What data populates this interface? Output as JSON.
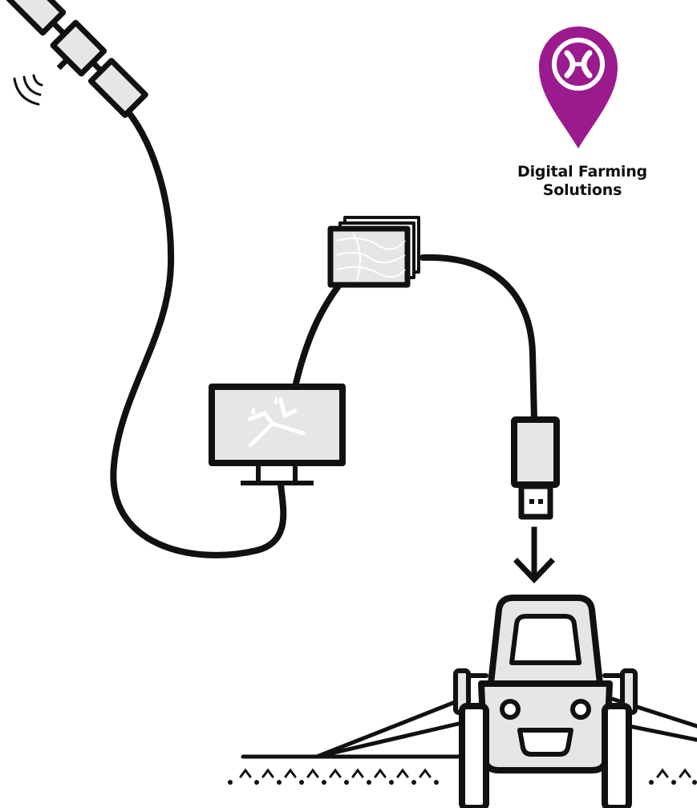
{
  "brand": {
    "line1": "Digital Farming",
    "line2": "Solutions",
    "logo": "map-pin-x-logo",
    "accent_color": "#9b1b8e"
  },
  "diagram": {
    "nodes": [
      "satellite-icon",
      "field-map-stack-icon",
      "monitor-icon",
      "usb-stick-icon",
      "tractor-sprayer-icon"
    ],
    "connections": [
      [
        "satellite-icon",
        "monitor-icon"
      ],
      [
        "monitor-icon",
        "field-map-stack-icon"
      ],
      [
        "field-map-stack-icon",
        "usb-stick-icon"
      ],
      [
        "usb-stick-icon",
        "tractor-sprayer-icon"
      ]
    ],
    "colors": {
      "stroke": "#111111",
      "fill": "#e6e6e6",
      "background": "#ffffff"
    }
  }
}
